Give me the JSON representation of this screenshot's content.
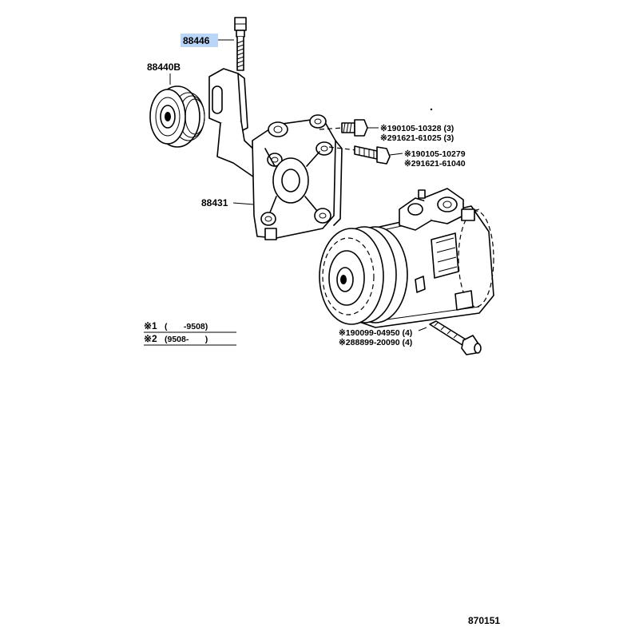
{
  "labels": {
    "bolt_top": "88446",
    "pulley": "88440B",
    "bracket": "88431",
    "bolt_a_line1": "※190105-10328 (3)",
    "bolt_a_line2": "※291621-61025 (3)",
    "bolt_b_line1": "※190105-10279",
    "bolt_b_line2": "※291621-61040",
    "bolt_c_line1": "※190099-04950 (4)",
    "bolt_c_line2": "※288899-20090 (4)",
    "note1_mark": "※1",
    "note1_range": "(       -9508)",
    "note2_mark": "※2",
    "note2_range": "(9508-       )",
    "diagram_number": "870151"
  },
  "colors": {
    "highlight": "#b9d5f7",
    "ink": "#000000"
  }
}
